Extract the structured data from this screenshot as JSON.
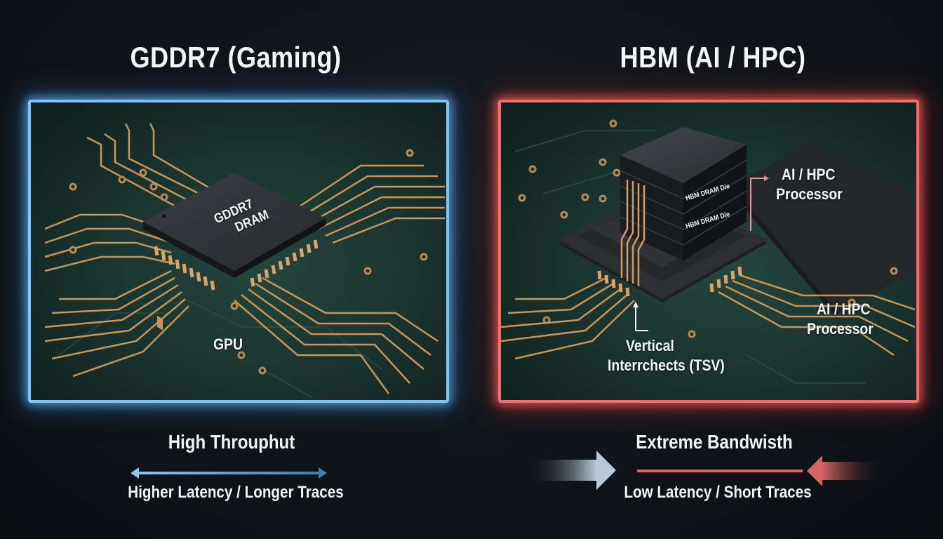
{
  "left_panel": {
    "title": "GDDR7 (Gaming)",
    "accent_color": "#7cc6f4",
    "chip_label_line1": "GDDR7",
    "chip_label_line2": "DRAM",
    "gpu_label": "GPU",
    "caption_top": "High Throuphut",
    "caption_bottom": "Higher Latency / Longer Traces",
    "arrow": "double-headed-horizontal"
  },
  "right_panel": {
    "title": "HBM (AI / HPC)",
    "accent_color": "#ff6a6a",
    "stack_die_label_1": "HBM DRAM Die",
    "stack_die_label_2": "HBM DRAM Die",
    "processor_label_top_line1": "AI / HPC",
    "processor_label_top_line2": "Processor",
    "processor_label_bottom_line1": "AI / HPC",
    "processor_label_bottom_line2": "Processor",
    "tsv_label_line1": "Vertical",
    "tsv_label_line2": "Interrchects (TSV)",
    "caption_top": "Extreme Bandwisth",
    "caption_bottom": "Low Latency / Short Traces",
    "arrows": "converging-inward"
  }
}
